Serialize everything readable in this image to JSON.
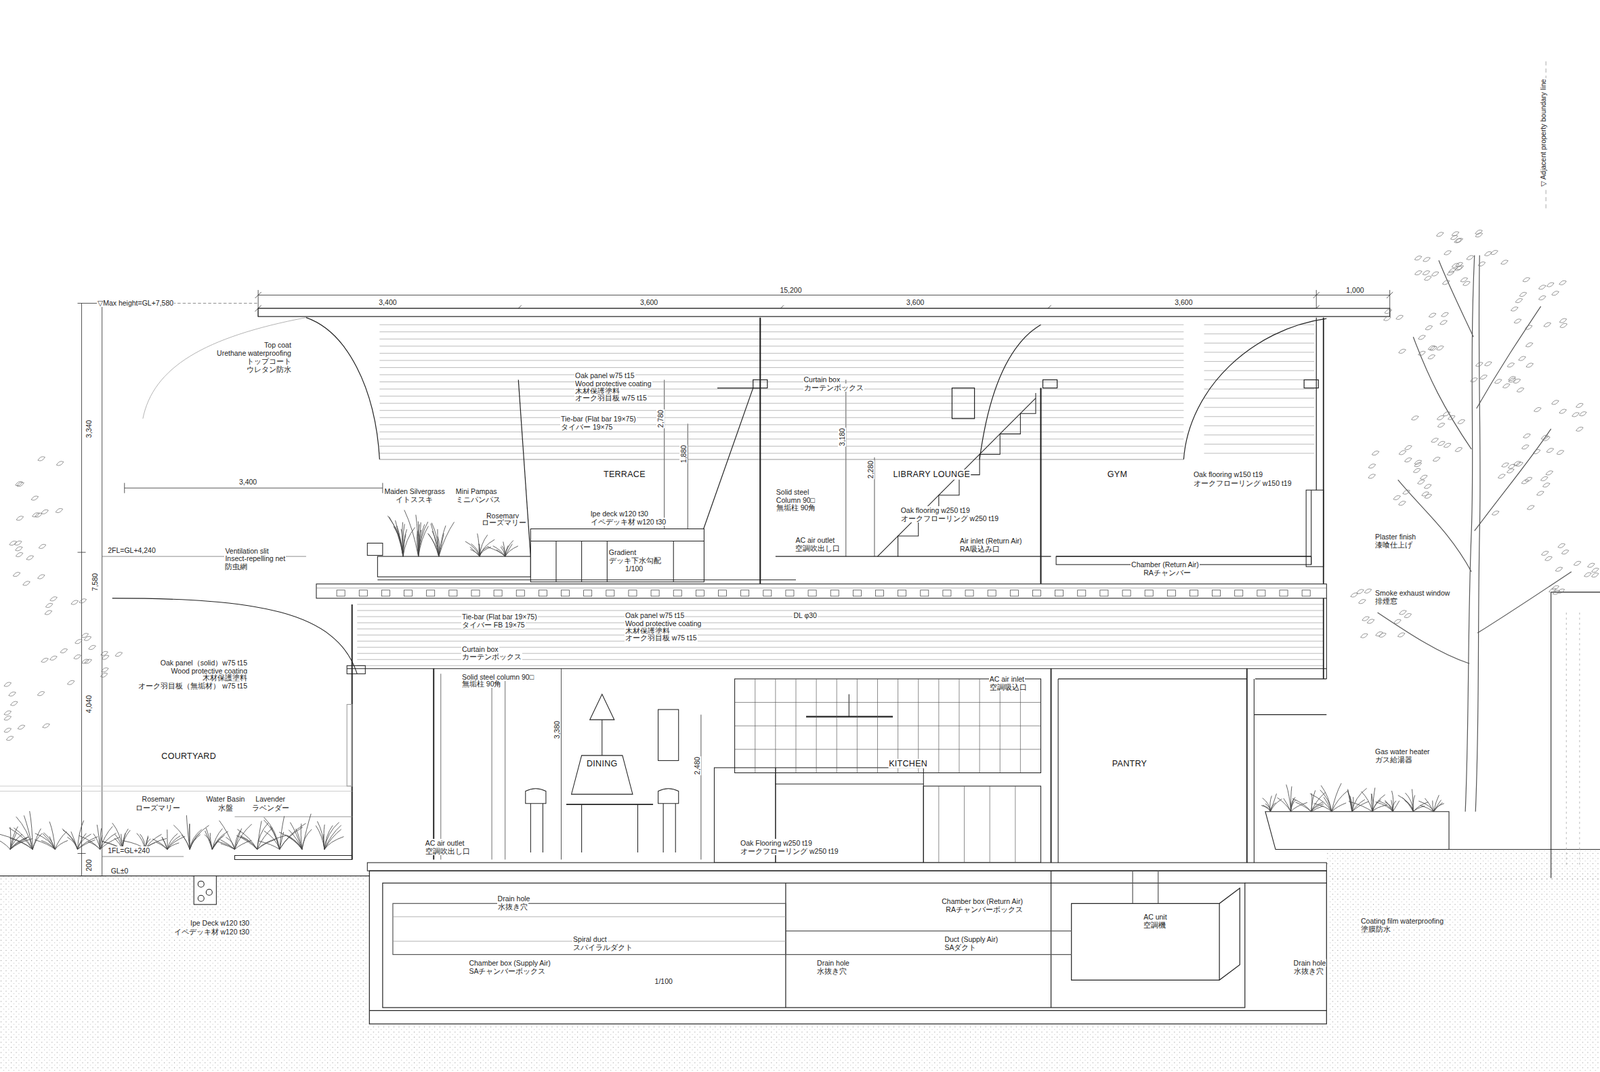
{
  "diagram": {
    "labels": [
      "15,200",
      "3,400",
      "3,600",
      "3,600",
      "3,600",
      "1,000",
      "▽Max height=GL+7,580",
      "▽ Adjacent property boundary line",
      "3,340",
      "7,580",
      "4,040",
      "200",
      "2FL=GL+4,240",
      "1FL=GL+240",
      "GL±0",
      "3,400",
      "Top coat",
      "Urethane waterproofing",
      "トップコート",
      "ウレタン防水",
      "Oak panel  w75  t15",
      "Wood protective coating",
      "木材保護塗料",
      "オーク羽目板  w75  t15",
      "Tie-bar (Flat bar 19×75)",
      "タイバー 19×75",
      "Curtain box",
      "カーテンボックス",
      "2,780",
      "1,880",
      "3,180",
      "2,280",
      "TERRACE",
      "LIBRARY LOUNGE",
      "GYM",
      "Oak flooring  w150  t19",
      "オークフローリング  w150  t19",
      "Maiden Silvergrass",
      "イトススキ",
      "Mini Pampas",
      "ミニパンパス",
      "Rosemary",
      "ローズマリー",
      "Ipe deck  w120  t30",
      "イペデッキ材 w120  t30",
      "Solid steel",
      "Column 90□",
      "無垢柱 90角",
      "Oak flooring w250  t19",
      "オークフローリング  w250  t19",
      "AC air outlet",
      "空調吹出し口",
      "Air inlet (Return Air)",
      "RA吸込み口",
      "Ventilation slit",
      "Insect-repelling net",
      "防虫網",
      "Gradient",
      "デッキ下水勾配",
      "1/100",
      "Chamber (Return Air)",
      "RAチャンバー",
      "Plaster finish",
      "漆喰仕上げ",
      "Smoke exhaust window",
      "排煙窓",
      "Tie-bar (Flat bar 19×75)",
      "タイバー FB 19×75",
      "Oak panel   w75  t15",
      "Wood protective coating",
      "木材保護塗料",
      "オーク羽目板  w75  t15",
      "DL φ30",
      "Curtain box",
      "カーテンボックス",
      "Oak panel（solid）w75 t15",
      "Wood protective coating",
      "木材保護塗料",
      "オーク羽目板（無垢材） w75 t15",
      "Solid steel column 90□",
      "無垢柱 90角",
      "AC air inlet",
      "空調吸込口",
      "3,380",
      "2,480",
      "COURTYARD",
      "DINING",
      "KITCHEN",
      "PANTRY",
      "Gas water heater",
      "ガス給湯器",
      "Rosemary",
      "ローズマリー",
      "Water Basin",
      "水盤",
      "Lavender",
      "ラベンダー",
      "AC air outlet",
      "空調吹出し口",
      "Oak Flooring w250 t19",
      "オークフローリング w250 t19",
      "Drain hole",
      "水抜き穴",
      "Chamber box (Return Air)",
      "RAチャンバーボックス",
      "Ipe Deck w120 t30",
      "イペデッキ材 w120 t30",
      "AC unit",
      "空調機",
      "Coating film waterproofing",
      "塗膜防水",
      "Spiral duct",
      "スパイラルダクト",
      "Duct (Supply Air)",
      "SAダクト",
      "Chamber box (Supply Air)",
      "SAチャンバーボックス",
      "Drain hole",
      "水抜き穴",
      "Drain hole",
      "水抜き穴",
      "1/100"
    ]
  }
}
